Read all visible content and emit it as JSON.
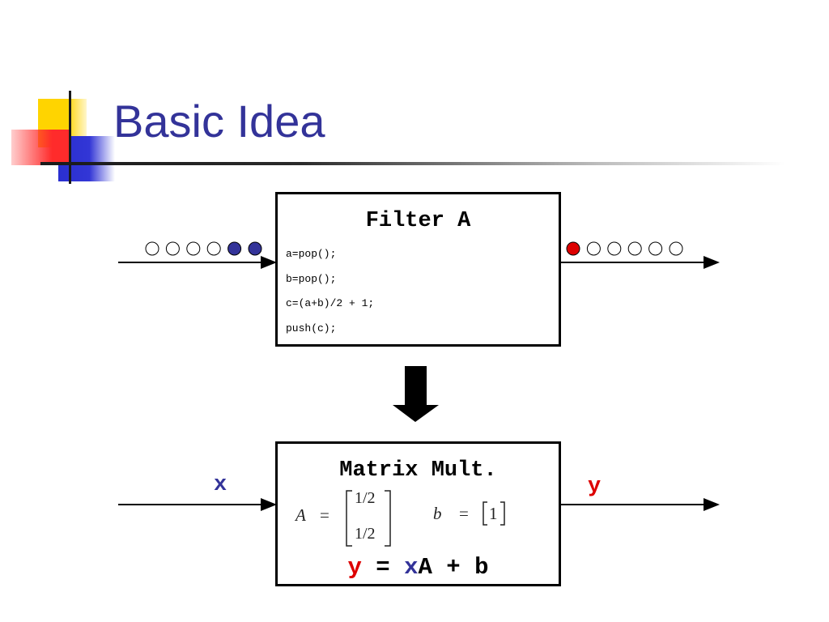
{
  "title": "Basic Idea",
  "filter": {
    "title": "Filter A",
    "code": [
      "a=pop();",
      "b=pop();",
      "c=(a+b)/2 + 1;",
      "push(c);"
    ]
  },
  "input_queue": [
    "empty",
    "empty",
    "empty",
    "empty",
    "filled",
    "filled"
  ],
  "output_queue": [
    "filled",
    "empty",
    "empty",
    "empty",
    "empty",
    "empty"
  ],
  "matrix": {
    "title": "Matrix Mult.",
    "A_label": "A",
    "A_eq": "=",
    "A_top": "1/2",
    "A_bottom": "1/2",
    "b_label": "b",
    "b_eq": "=",
    "b_value": "1",
    "equation": {
      "y": "y",
      "eq": " = ",
      "x": "x",
      "rest": "A + b"
    }
  },
  "labels": {
    "x": "x",
    "y": "y"
  },
  "colors": {
    "title": "#333399",
    "input_dot": "#333399",
    "output_dot": "#dd0000",
    "y": "#dd0000",
    "x": "#333399"
  }
}
